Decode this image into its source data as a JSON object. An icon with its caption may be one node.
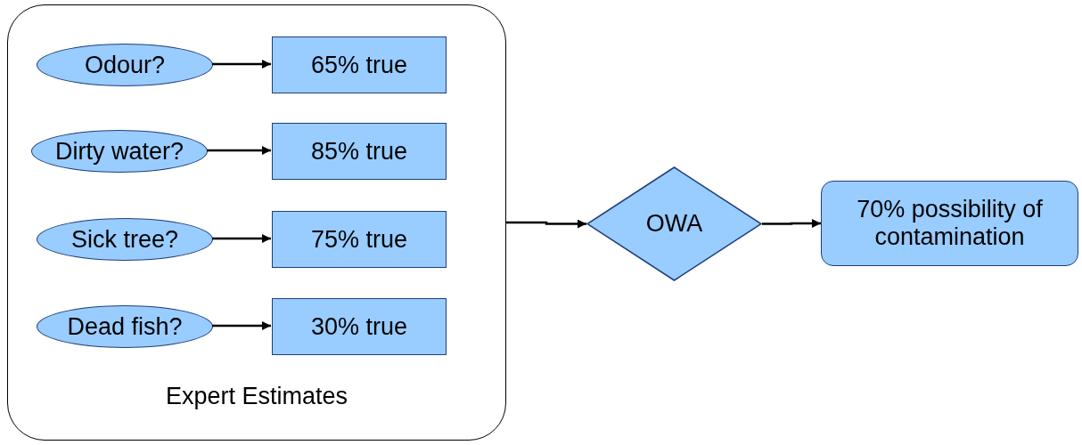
{
  "diagram": {
    "nodes": [
      {
        "text": [
          "Expert Estimates"
        ]
      },
      {
        "text": [
          "Odour?"
        ],
        "in": 0
      },
      {
        "text": [
          "65% true"
        ],
        "in": 0
      },
      {
        "text": [
          "Dirty water?"
        ],
        "in": 0
      },
      {
        "text": [
          "85% true"
        ],
        "in": 0
      },
      {
        "text": [
          "Sick tree?"
        ],
        "in": 0
      },
      {
        "text": [
          "75% true"
        ],
        "in": 0
      },
      {
        "text": [
          "Dead fish?"
        ],
        "in": 0
      },
      {
        "text": [
          "30% true"
        ],
        "in": 0
      },
      {
        "text": [
          "OWA"
        ]
      },
      {
        "text": [
          "70% possibility of contamination"
        ]
      }
    ],
    "edges": [
      {
        "from": 1,
        "to": 2,
        "arrow": "to"
      },
      {
        "from": 3,
        "to": 4,
        "arrow": "to"
      },
      {
        "from": 5,
        "to": 6,
        "arrow": "to"
      },
      {
        "from": 7,
        "to": 8,
        "arrow": "to"
      },
      {
        "from": 0,
        "to": 9,
        "arrow": "to"
      },
      {
        "from": 9,
        "to": 10,
        "arrow": "to"
      }
    ]
  }
}
